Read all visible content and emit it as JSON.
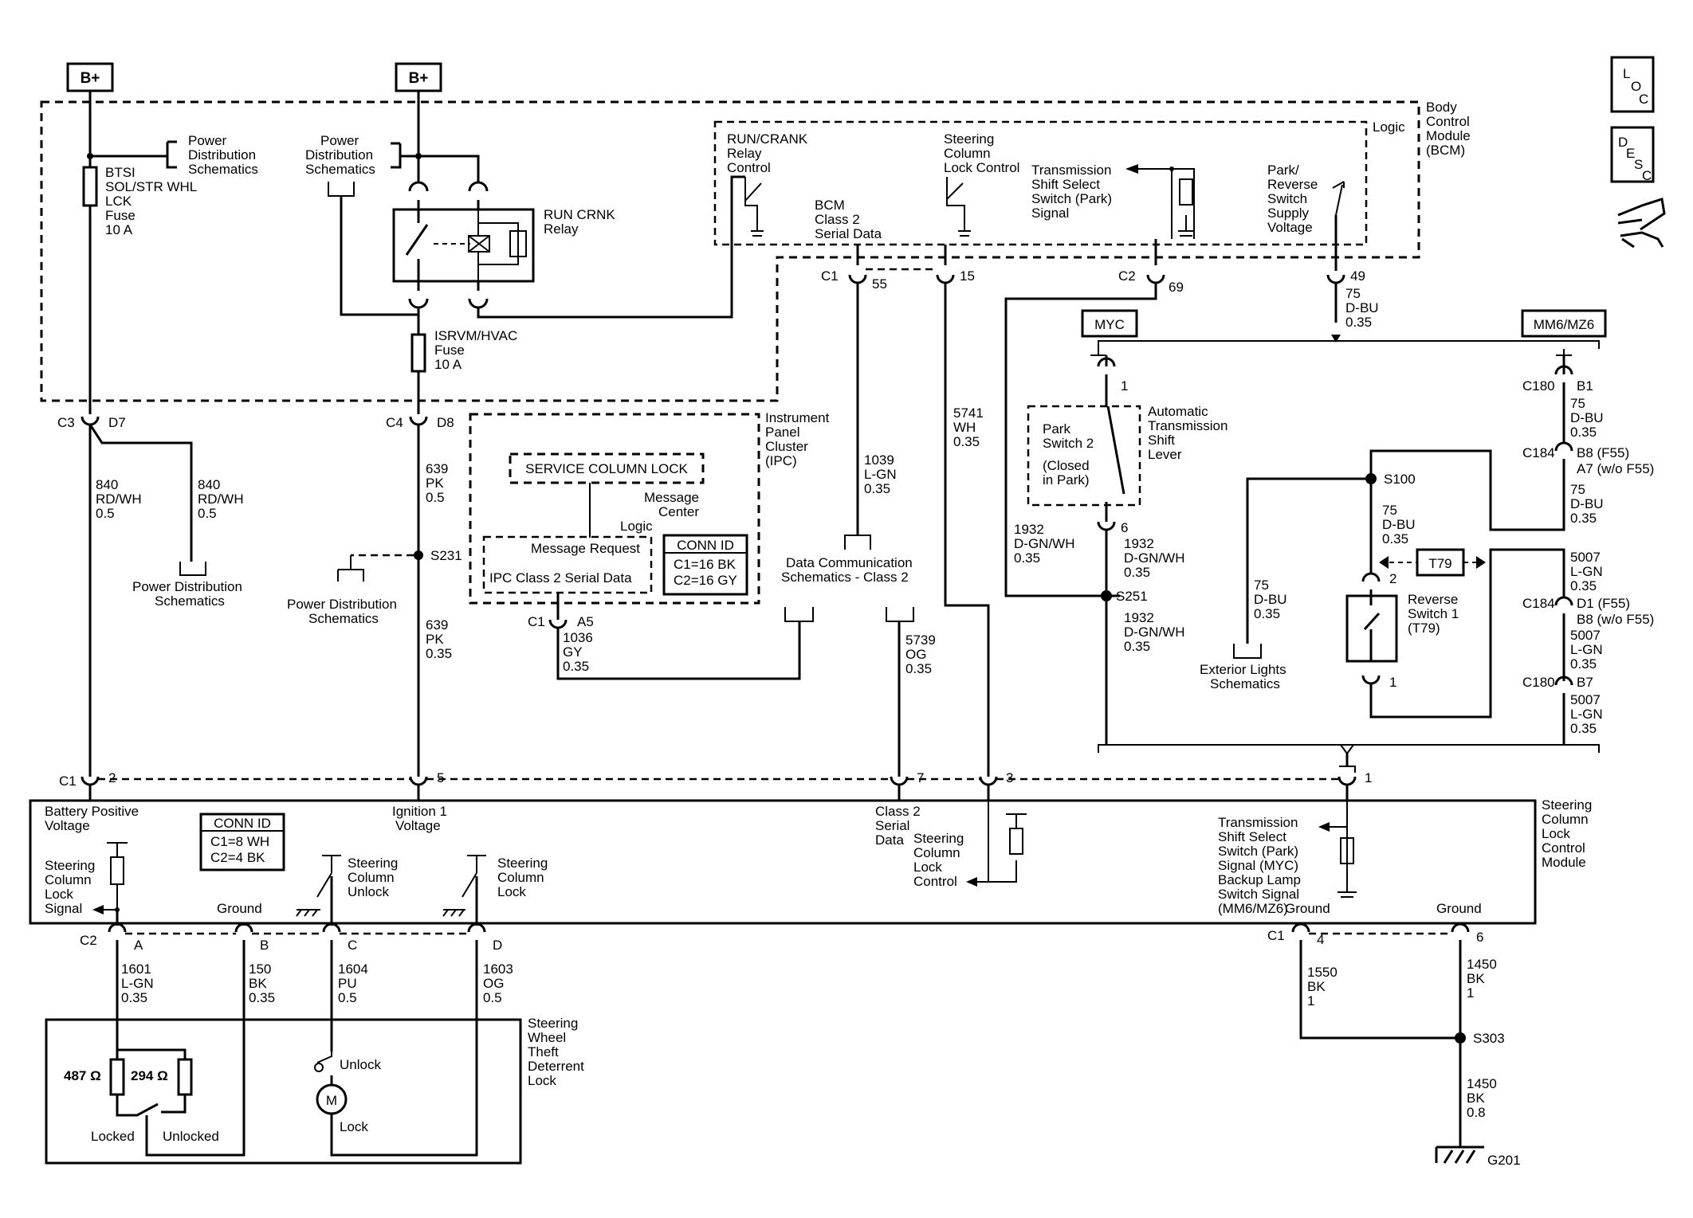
{
  "tags": {
    "b_plus_left": "B+",
    "b_plus_right": "B+",
    "loc": [
      "L",
      "O",
      "C"
    ],
    "desc": [
      "D",
      "E",
      "S",
      "C"
    ]
  },
  "bcm": {
    "title": [
      "Body",
      "Control",
      "Module",
      "(BCM)"
    ],
    "logic": "Logic",
    "fuse_btsi": [
      "BTSI",
      "SOL/STR WHL",
      "LCK",
      "Fuse",
      "10 A"
    ],
    "pds_1": [
      "Power",
      "Distribution",
      "Schematics"
    ],
    "pds_2": [
      "Power",
      "Distribution",
      "Schematics"
    ],
    "relay": [
      "RUN CRNK",
      "Relay"
    ],
    "fuse_isrvm": [
      "ISRVM/HVAC",
      "Fuse",
      "10 A"
    ],
    "run_crank": [
      "RUN/CRANK",
      "Relay",
      "Control"
    ],
    "bcm_serial": [
      "BCM",
      "Class 2",
      "Serial Data"
    ],
    "steer_lock_ctrl": [
      "Steering",
      "Column",
      "Lock Control"
    ],
    "trans_select": [
      "Transmission",
      "Shift Select",
      "Switch (Park)",
      "Signal"
    ],
    "park_reverse": [
      "Park/",
      "Reverse",
      "Switch",
      "Supply",
      "Voltage"
    ]
  },
  "connectors": {
    "c1_55": [
      "C1",
      "55"
    ],
    "c1_15": "15",
    "c2_69": [
      "C2",
      "69"
    ],
    "c2_49": "49",
    "c3": "C3",
    "d7": "D7",
    "c4": "C4",
    "d8": "D8",
    "s231": "S231",
    "c1_a5": [
      "C1",
      "A5"
    ],
    "s251": "S251",
    "s100": "S100",
    "c180_b1": [
      "C180",
      "B1"
    ],
    "c184_b8": [
      "C184",
      "B8 (F55)",
      "A7 (w/o F55)"
    ],
    "c184_d1": [
      "C184",
      "D1 (F55)",
      "B8 (w/o F55)"
    ],
    "c180_b7": [
      "C180",
      "B7"
    ],
    "bottom_c1": [
      "C1",
      "2",
      "5",
      "7",
      "3",
      "1"
    ],
    "c2_pins": [
      "C2",
      "A",
      "B",
      "C",
      "D"
    ],
    "c1_right": [
      "C1",
      "4",
      "6"
    ],
    "s303": "S303",
    "g201": "G201",
    "pin_1": "1",
    "pin_6": "6",
    "pin_2": "2",
    "pin_1b": "1"
  },
  "wires": {
    "w840a": [
      "840",
      "RD/WH",
      "0.5"
    ],
    "w840b": [
      "840",
      "RD/WH",
      "0.5"
    ],
    "w639a": [
      "639",
      "PK",
      "0.5"
    ],
    "w639b": [
      "639",
      "PK",
      "0.35"
    ],
    "w1036": [
      "1036",
      "GY",
      "0.35"
    ],
    "w1039": [
      "1039",
      "L-GN",
      "0.35"
    ],
    "w5741": [
      "5741",
      "WH",
      "0.35"
    ],
    "w5739": [
      "5739",
      "OG",
      "0.35"
    ],
    "w75_top": [
      "75",
      "D-BU",
      "0.35"
    ],
    "w1932a": [
      "1932",
      "D-GN/WH",
      "0.35"
    ],
    "w1932b": [
      "1932",
      "D-GN/WH",
      "0.35"
    ],
    "w1932c": [
      "1932",
      "D-GN/WH",
      "0.35"
    ],
    "w75_b1": [
      "75",
      "D-BU",
      "0.35"
    ],
    "w75_b8": [
      "75",
      "D-BU",
      "0.35"
    ],
    "w75_s100": [
      "75",
      "D-BU",
      "0.35"
    ],
    "w75_ext": [
      "75",
      "D-BU",
      "0.35"
    ],
    "w5007a": [
      "5007",
      "L-GN",
      "0.35"
    ],
    "w5007b": [
      "5007",
      "L-GN",
      "0.35"
    ],
    "w5007c": [
      "5007",
      "L-GN",
      "0.35"
    ],
    "w1601": [
      "1601",
      "L-GN",
      "0.35"
    ],
    "w150": [
      "150",
      "BK",
      "0.35"
    ],
    "w1604": [
      "1604",
      "PU",
      "0.5"
    ],
    "w1603": [
      "1603",
      "OG",
      "0.5"
    ],
    "w1550": [
      "1550",
      "BK",
      "1"
    ],
    "w1450a": [
      "1450",
      "BK",
      "1"
    ],
    "w1450b": [
      "1450",
      "BK",
      "0.8"
    ]
  },
  "labels": {
    "pds_3": [
      "Power Distribution",
      "Schematics"
    ],
    "pds_4": [
      "Power Distribution",
      "Schematics"
    ],
    "ipc": [
      "Instrument",
      "Panel",
      "Cluster",
      "(IPC)"
    ],
    "service_lock": "SERVICE COLUMN LOCK",
    "message_center": [
      "Message",
      "Center"
    ],
    "ipc_logic": "Logic",
    "msg_request": "Message Request",
    "ipc_serial": "IPC Class 2 Serial Data",
    "conn_id_ipc": [
      "CONN ID",
      "C1=16 BK",
      "C2=16 GY"
    ],
    "data_comm": [
      "Data Communication",
      "Schematics - Class 2"
    ],
    "myc": "MYC",
    "mm6": "MM6/MZ6",
    "park_switch": [
      "Park",
      "Switch 2",
      "",
      "(Closed",
      "in Park)"
    ],
    "auto_trans": [
      "Automatic",
      "Transmission",
      "Shift",
      "Lever"
    ],
    "t79": "T79",
    "reverse_switch": [
      "Reverse",
      "Switch 1",
      "(T79)"
    ],
    "ext_lights": [
      "Exterior Lights",
      "Schematics"
    ]
  },
  "sclcm": {
    "title": [
      "Steering",
      "Column",
      "Lock",
      "Control",
      "Module"
    ],
    "batt": [
      "Battery Positive",
      "Voltage"
    ],
    "conn_id": [
      "CONN ID",
      "C1=8 WH",
      "C2=4 BK"
    ],
    "ign": [
      "Ignition 1",
      "Voltage"
    ],
    "class2": [
      "Class 2",
      "Serial",
      "Data"
    ],
    "scl_ctrl": [
      "Steering",
      "Column",
      "Lock",
      "Control"
    ],
    "trans_out": [
      "Transmission",
      "Shift Select",
      "Switch (Park)",
      "Signal (MYC)",
      "Backup Lamp",
      "Switch Signal",
      "(MM6/MZ6)"
    ],
    "ground_right": "Ground",
    "ground_r2": "Ground",
    "scl_signal": [
      "Steering",
      "Column",
      "Lock",
      "Signal"
    ],
    "ground_left": "Ground",
    "scu": [
      "Steering",
      "Column",
      "Unlock"
    ],
    "scl": [
      "Steering",
      "Column",
      "Lock"
    ]
  },
  "swtdl": {
    "title": [
      "Steering",
      "Wheel",
      "Theft",
      "Deterrent",
      "Lock"
    ],
    "r487": "487 Ω",
    "r294": "294 Ω",
    "locked": "Locked",
    "unlocked": "Unlocked",
    "unlock": "Unlock",
    "lock": "Lock",
    "motor": "M"
  }
}
